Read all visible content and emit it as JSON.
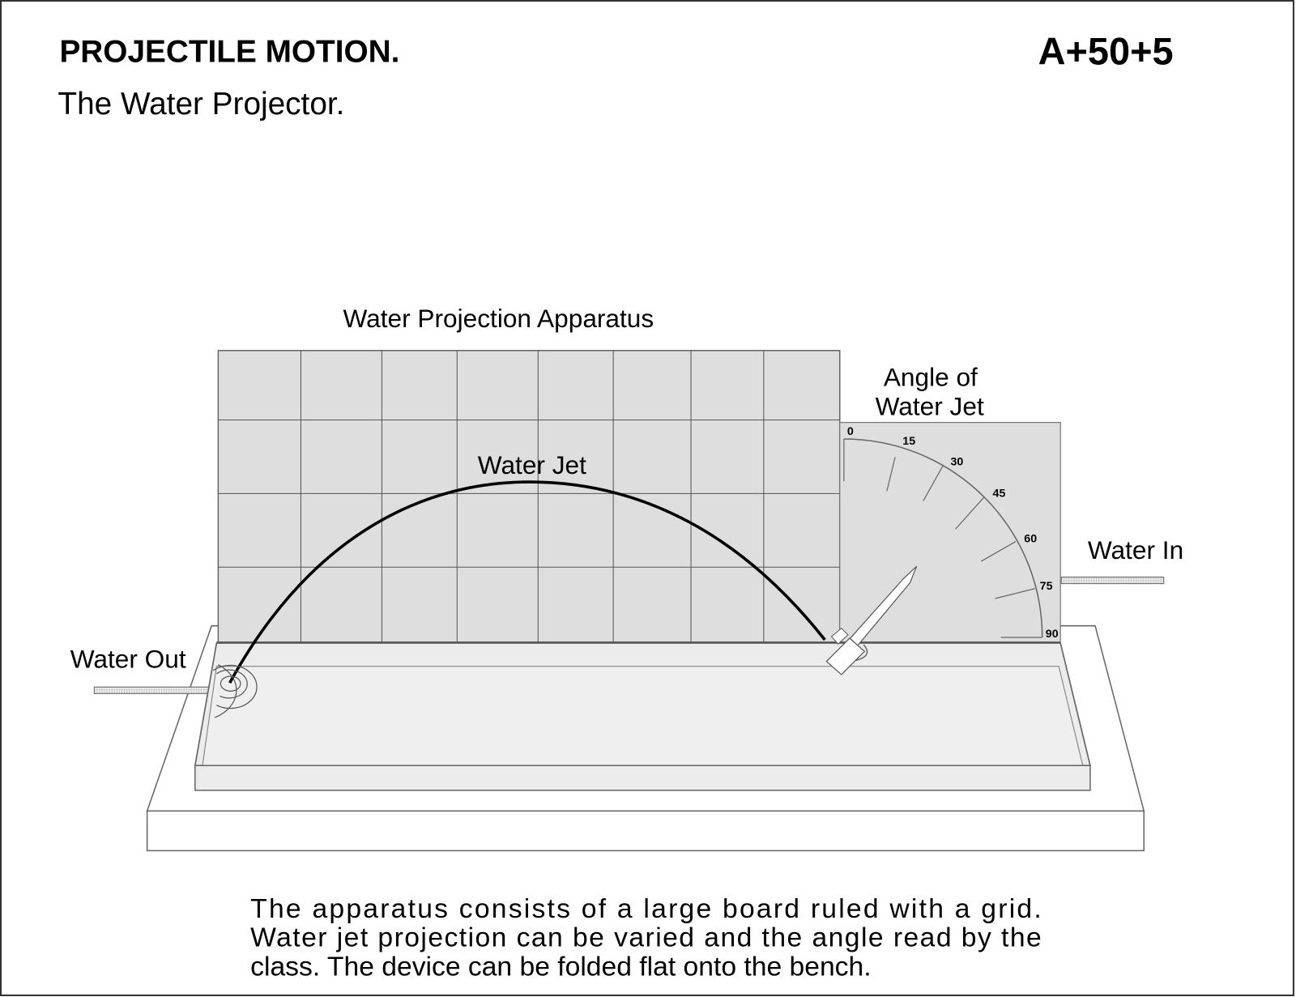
{
  "header": {
    "title": "PROJECTILE MOTION.",
    "subtitle": "The Water Projector.",
    "code": "A+50+5"
  },
  "diagram": {
    "apparatus_label": "Water Projection Apparatus",
    "jet_label": "Water Jet",
    "angle_label_line1": "Angle of",
    "angle_label_line2": "Water Jet",
    "water_in_label": "Water In",
    "water_out_label": "Water Out",
    "grid": {
      "columns": 8,
      "rows": 4
    },
    "protractor_ticks": [
      "0",
      "15",
      "30",
      "45",
      "60",
      "75",
      "90"
    ],
    "colors": {
      "board": "#dedede",
      "tray": "#ececec",
      "outline": "#555555",
      "jet": "#000000"
    }
  },
  "caption": {
    "line1": "The apparatus consists of a large board ruled with a grid.",
    "line2": "Water jet projection can be varied and the angle read by  the",
    "line3": "class. The device can be folded flat onto the bench."
  }
}
